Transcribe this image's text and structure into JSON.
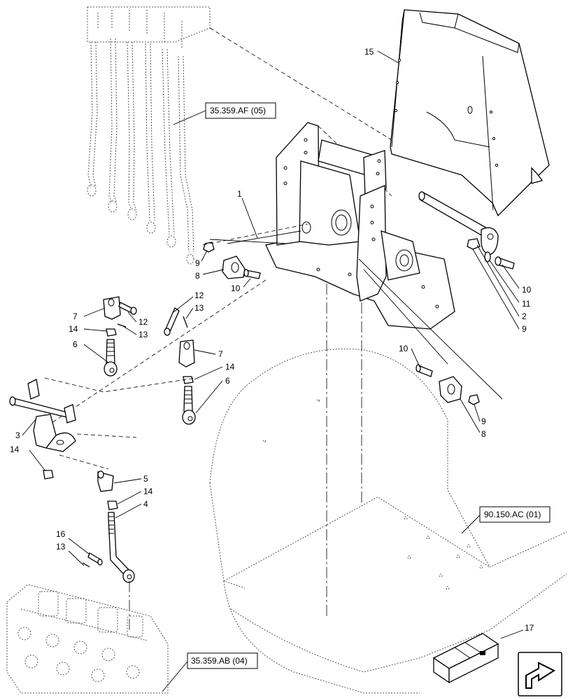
{
  "callouts": {
    "c1": "1",
    "c2": "2",
    "c3": "3",
    "c4": "4",
    "c5": "5",
    "c6a": "6",
    "c6b": "6",
    "c7a": "7",
    "c7b": "7",
    "c8a": "8",
    "c8b": "8",
    "c9a": "9",
    "c9b": "9",
    "c9c": "9",
    "c10a": "10",
    "c10b": "10",
    "c10c": "10",
    "c11": "11",
    "c12a": "12",
    "c12b": "12",
    "c13a": "13",
    "c13b": "13",
    "c13c": "13",
    "c14a": "14",
    "c14b": "14",
    "c14c": "14",
    "c14d": "14",
    "c15": "15",
    "c16": "16",
    "c17": "17"
  },
  "references": {
    "ref_top": "35.359.AF (05)",
    "ref_right": "90.150.AC (01)",
    "ref_bottom": "35.359.AB (04)"
  },
  "icons": {
    "kit_box": "crate-icon",
    "nav": "next-page-arrow-icon"
  }
}
